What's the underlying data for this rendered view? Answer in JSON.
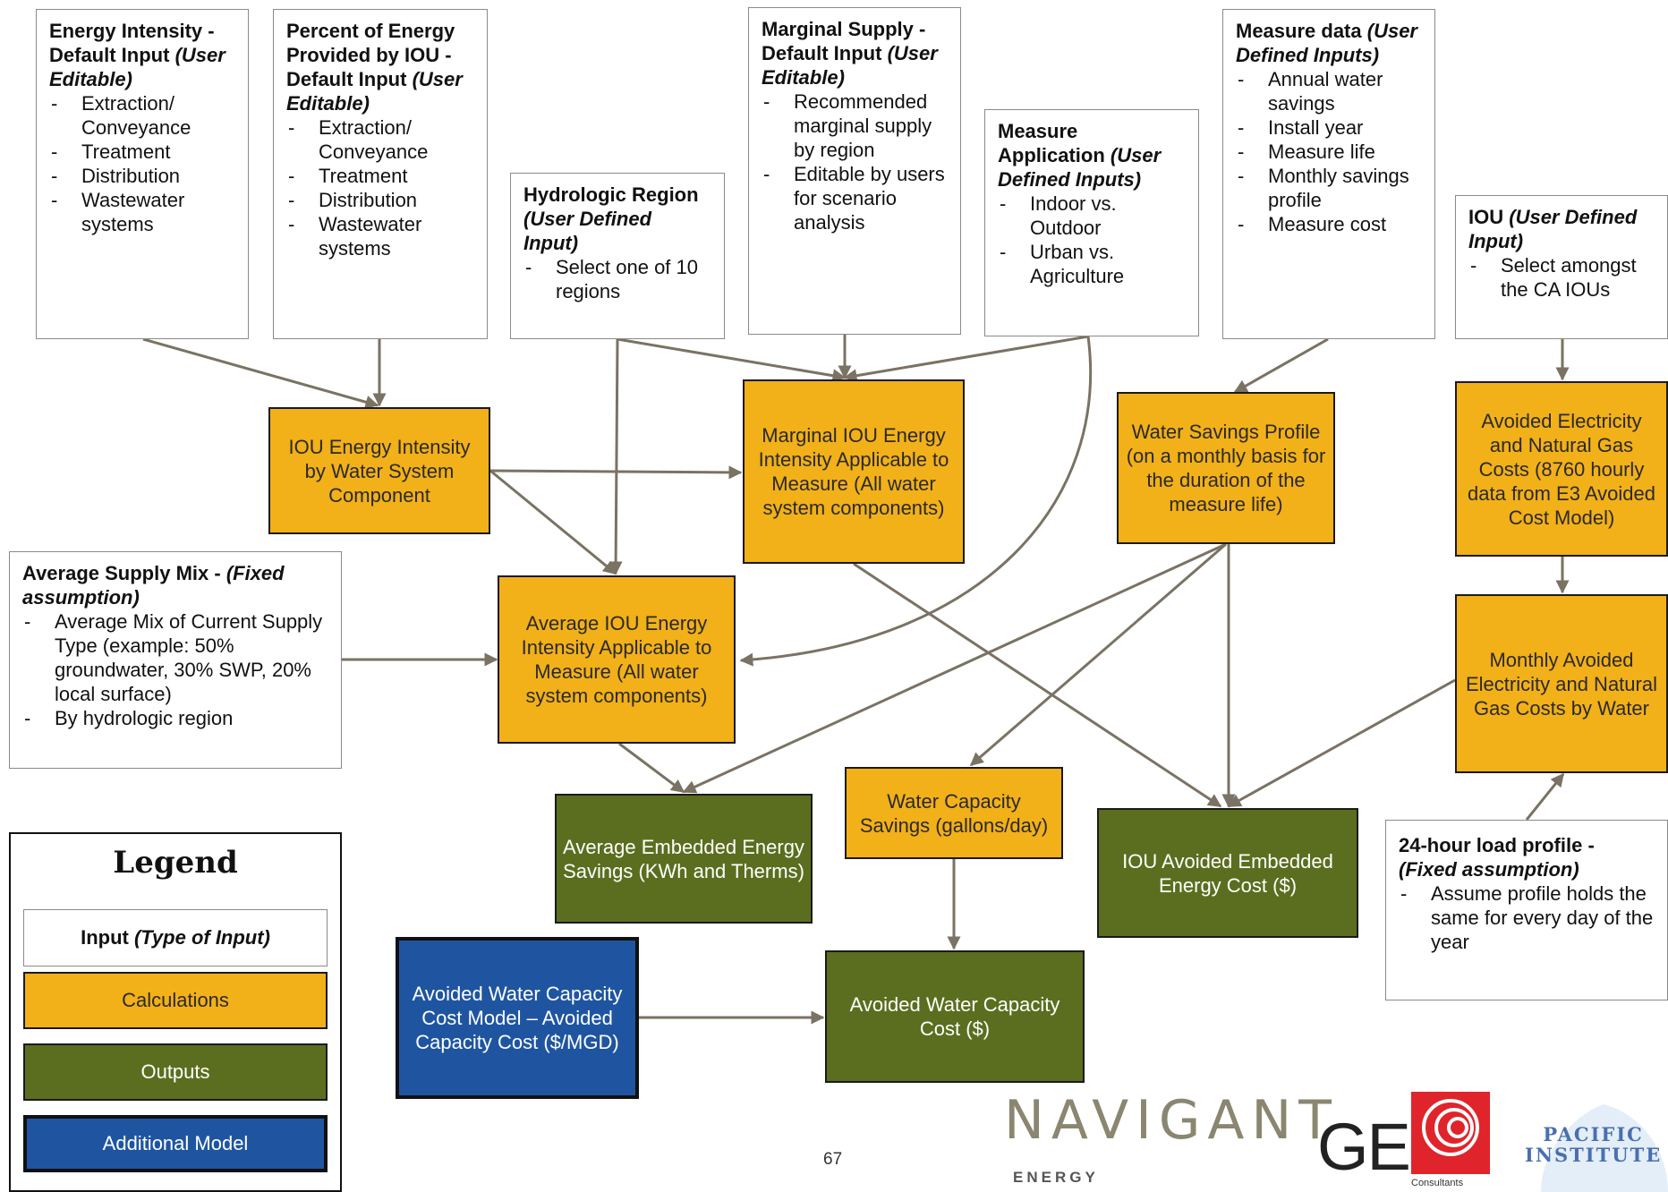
{
  "inputs": {
    "energy_intensity": {
      "title": "Energy Intensity - Default Input",
      "type": "(User Editable)",
      "items": [
        "Extraction/ Conveyance",
        "Treatment",
        "Distribution",
        "Wastewater systems"
      ]
    },
    "percent_energy": {
      "title": "Percent of Energy Provided by IOU - Default Input",
      "type": "(User Editable)",
      "items": [
        "Extraction/ Conveyance",
        "Treatment",
        "Distribution",
        "Wastewater systems"
      ]
    },
    "hydrologic_region": {
      "title": "Hydrologic Region",
      "type": "(User Defined Input)",
      "items": [
        "Select one of 10 regions"
      ]
    },
    "marginal_supply": {
      "title": "Marginal Supply - Default Input",
      "type": "(User Editable)",
      "items": [
        "Recommended marginal supply by region",
        "Editable by users for scenario analysis"
      ]
    },
    "measure_application": {
      "title": "Measure Application",
      "type": "(User Defined Inputs)",
      "items": [
        "Indoor vs. Outdoor",
        "Urban vs. Agriculture"
      ]
    },
    "measure_data": {
      "title": "Measure data",
      "type": "(User Defined Inputs)",
      "items": [
        "Annual water savings",
        "Install  year",
        "Measure life",
        "Monthly savings profile",
        "Measure cost"
      ]
    },
    "iou": {
      "title": "IOU",
      "type": "(User Defined Input)",
      "items": [
        "Select amongst the CA IOUs"
      ]
    },
    "average_supply_mix": {
      "title": "Average Supply Mix -",
      "type": "(Fixed assumption)",
      "items": [
        "Average Mix of Current Supply Type (example: 50% groundwater, 30% SWP, 20% local surface)",
        "By hydrologic region"
      ]
    },
    "load_profile": {
      "title": "24-hour load profile -",
      "type": "(Fixed assumption)",
      "items": [
        "Assume profile holds the same for every day of the year"
      ]
    }
  },
  "calculations": {
    "iou_energy_intensity": "IOU Energy Intensity by Water System Component",
    "marginal_iou": "Marginal IOU Energy Intensity Applicable to Measure (All water system components)",
    "water_savings_profile": "Water Savings Profile (on a monthly basis for the duration of the measure life)",
    "avoided_elec_gas": "Avoided Electricity and Natural Gas Costs (8760 hourly data from E3 Avoided Cost Model)",
    "average_iou": "Average IOU Energy Intensity Applicable to Measure (All water system components)",
    "monthly_avoided": "Monthly Avoided Electricity and Natural Gas Costs by Water",
    "water_capacity_savings": "Water Capacity Savings (gallons/day)"
  },
  "outputs": {
    "average_embedded": "Average Embedded Energy Savings (KWh and Therms)",
    "iou_avoided": "IOU Avoided Embedded Energy Cost ($)",
    "avoided_water_capacity": "Avoided  Water Capacity Cost ($)"
  },
  "additional_model": "Avoided Water Capacity Cost Model – Avoided Capacity Cost ($/MGD)",
  "legend": {
    "title": "Legend",
    "input_label": "Input",
    "input_type": "(Type of Input)",
    "calculations": "Calculations",
    "outputs": "Outputs",
    "additional_model": "Additional Model"
  },
  "page_number": "67",
  "logos": {
    "navigant": "NAVIGANT",
    "navigant_sub": "ENERGY",
    "gei": "GEI",
    "gei_sub": "Consultants",
    "pacific_line1": "PACIFIC",
    "pacific_line2": "INSTITUTE"
  },
  "colors": {
    "calculations": "#f2b019",
    "outputs": "#5b6e1f",
    "additional_model": "#1f55a0",
    "arrows": "#7a7263"
  }
}
